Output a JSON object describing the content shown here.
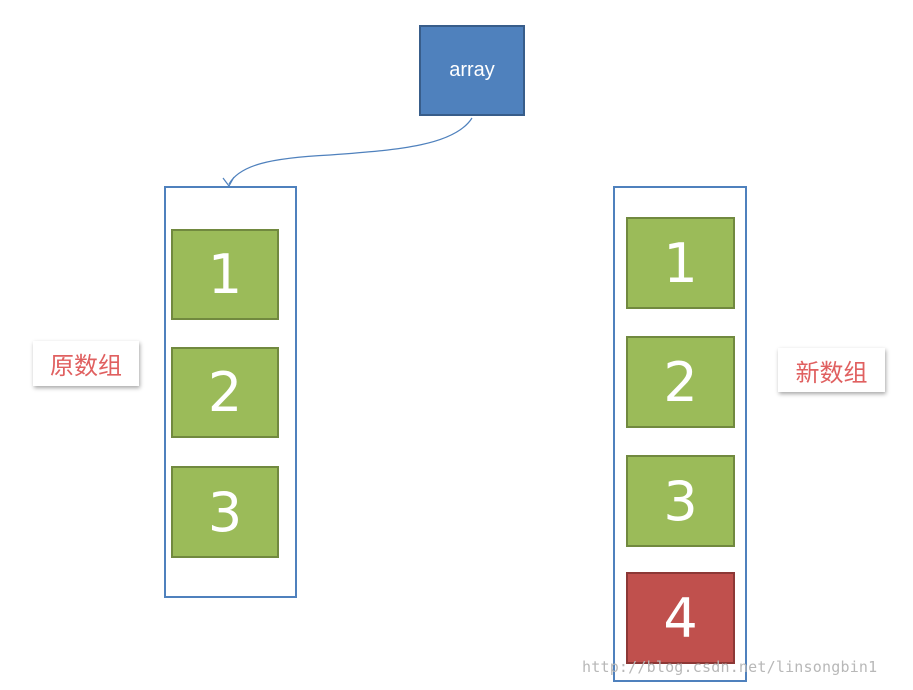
{
  "array_label": "array",
  "original": {
    "label": "原数组",
    "cells": [
      "1",
      "2",
      "3"
    ]
  },
  "new": {
    "label": "新数组",
    "cells": [
      "1",
      "2",
      "3",
      "4"
    ]
  },
  "watermark": "http://blog.csdn.net/linsongbin1",
  "colors": {
    "array_fill": "#4f81bd",
    "container_border": "#4f81bd",
    "cell_green": "#9bbb59",
    "cell_red": "#c0504d",
    "label_text": "#e06060"
  }
}
